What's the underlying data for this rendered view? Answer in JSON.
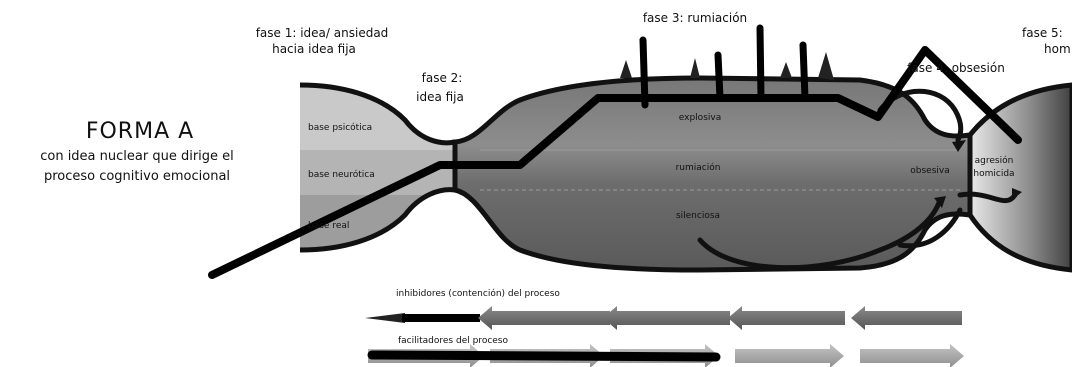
{
  "title": {
    "main": "FORMA A",
    "line1": "con idea nuclear que dirige el",
    "line2": "proceso cognitivo emocional"
  },
  "phases": {
    "fase1_line1": "fase 1: idea/ ansiedad",
    "fase1_line2": "hacia idea fija",
    "fase2_line1": "fase 2:",
    "fase2_line2": "idea fija",
    "fase3": "fase 3: rumiación",
    "fase4": "fase 4: obsesión",
    "fase5_line1": "fase 5:",
    "fase5_line2": "hom"
  },
  "layers": {
    "psicotica": "base psicótica",
    "neurotica": "base neurótica",
    "real": "base real"
  },
  "tube": {
    "explosiva": "explosiva",
    "rumiacion": "rumiación",
    "silenciosa": "silenciosa",
    "obsesiva": "obsesiva",
    "agresion_line1": "agresión",
    "agresion_line2": "homicida"
  },
  "legend": {
    "inhibidores": "inhibidores (contención) del proceso",
    "facilitadores": "facilitadores del proceso"
  },
  "colors": {
    "path": "#000000",
    "tube_dark": "#555555",
    "tube_mid": "#8a8a8a",
    "arrow_dark": "#6e6e6e",
    "arrow_light": "#a3a3a3"
  }
}
